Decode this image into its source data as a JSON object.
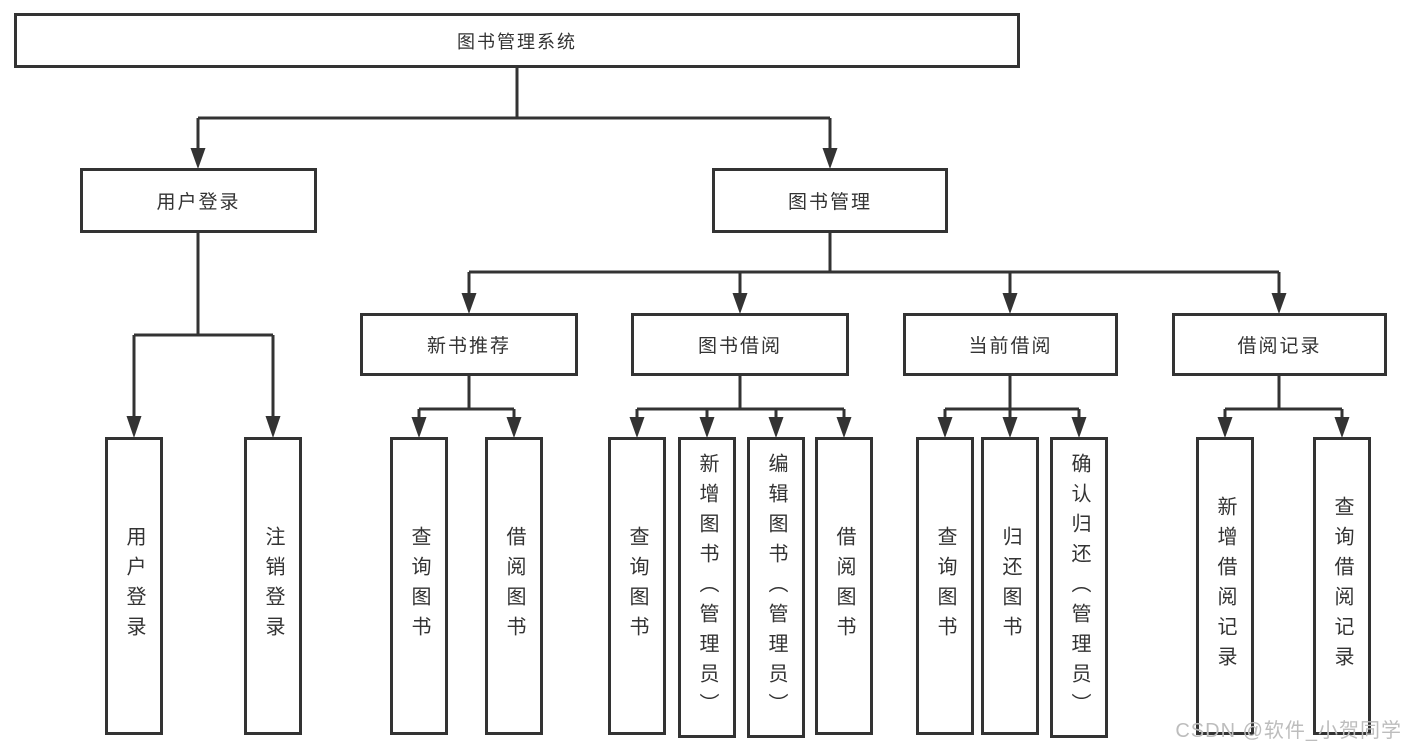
{
  "tree": {
    "root": "图书管理系统",
    "branches": [
      {
        "label": "用户登录",
        "children": [
          "用户登录",
          "注销登录"
        ]
      },
      {
        "label": "图书管理",
        "sections": [
          {
            "label": "新书推荐",
            "children": [
              "查询图书",
              "借阅图书"
            ]
          },
          {
            "label": "图书借阅",
            "children": [
              "查询图书",
              "新增图书（管理员）",
              "编辑图书（管理员）",
              "借阅图书"
            ]
          },
          {
            "label": "当前借阅",
            "children": [
              "查询图书",
              "归还图书",
              "确认归还（管理员）"
            ]
          },
          {
            "label": "借阅记录",
            "children": [
              "新增借阅记录",
              "查询借阅记录"
            ]
          }
        ]
      }
    ]
  },
  "colors": {
    "line": "#333333",
    "box_fill": "#ffffff",
    "text": "#333333",
    "watermark": "#bdbdbd",
    "background": "#ffffff"
  },
  "watermark": "CSDN @软件_小贺同学"
}
